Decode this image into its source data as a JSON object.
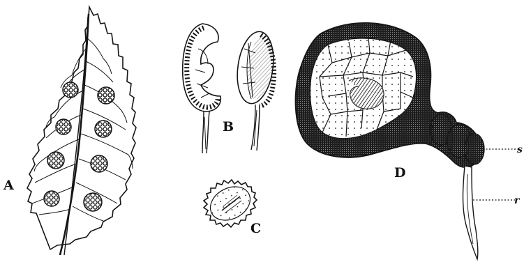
{
  "figure_labels": {
    "a": "A",
    "b": "B",
    "c": "C",
    "d": "D",
    "s": "s",
    "r": "r"
  },
  "colors": {
    "ink": "#151515",
    "paper": "#ffffff",
    "shade": "#3a3a3a"
  }
}
